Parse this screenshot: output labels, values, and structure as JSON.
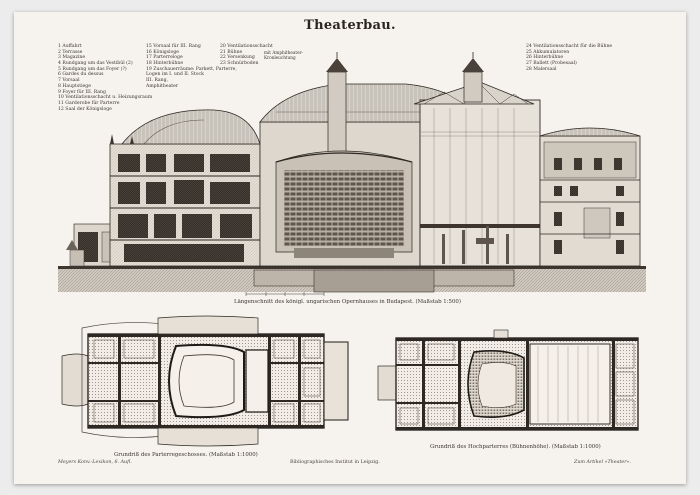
{
  "title": "Theaterbau.",
  "legend": {
    "col1": [
      "1 Auffahrt",
      "2 Terrasse",
      "3 Magazine",
      "4 Rundgang um das Vestibül (2)",
      "5 Rundgang um das Foyer (?)",
      "6 Gardes du dessus",
      "7 Vorsaal",
      "8 Hauptstiege",
      "9 Foyer für III. Rang",
      "10 Ventilationsschacht u. Heizungsraum",
      "11 Garderobe für Parterre",
      "12 Saal der Königsloge"
    ],
    "col2": [
      "15 Vorsaal für III. Rang",
      "16 Königsloge",
      "17 Parterreloge",
      "18 Hinterbühne",
      "19 Zuschauerräume: Parkett, Parterre,",
      "Logen im I. und II. Stock",
      "III. Rang,",
      "Amphitheater"
    ],
    "col3": [
      "20 Ventilationsschacht",
      "21 Bühne",
      "22 Versenkung",
      "23 Schnürboden"
    ],
    "col3_note": "mit Amphitheater-Kronleuchtung",
    "col4": [
      "24 Ventilationsschacht für die Bühne",
      "25 Akkumulatoren",
      "26 Hinterbühne",
      "27 Ballett (Probesaal)",
      "28 Malersaal"
    ]
  },
  "section_caption": "Längenschnitt des königl. ungarischen Opernhauses in Budapest. (Maßstab 1:500)",
  "plan_left_caption": "Grundriß des Parterregeschosses. (Maßstab 1:1000)",
  "plan_right_caption": "Grundriß des Hochparterres (Bühnenhöhe). (Maßstab 1:1000)",
  "footer": {
    "left": "Meyers Konv.-Lexikon, 6. Aufl.",
    "center": "Bibliographisches Institut in Leipzig.",
    "right": "Zum Artikel »Theater«."
  }
}
